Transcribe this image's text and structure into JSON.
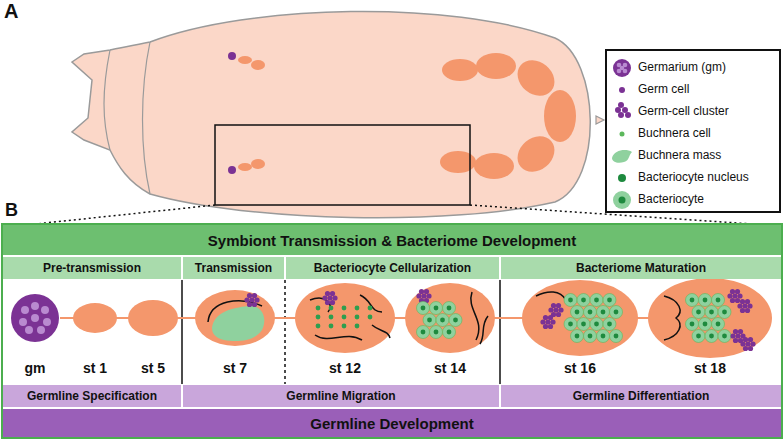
{
  "diagram": {
    "nodes": [
      {
        "text": [
          "Symbiont Transmission & Bacteriome Development"
        ]
      },
      {
        "text": [
          "Pre-transmission"
        ]
      },
      {
        "text": [
          "Transmission"
        ]
      },
      {
        "text": [
          "Bacteriocyte Cellularization"
        ]
      },
      {
        "text": [
          "Bacteriome Maturation"
        ]
      },
      {
        "text": [
          "Germline Specification"
        ]
      },
      {
        "text": [
          "Germline Migration"
        ]
      },
      {
        "text": [
          "Germline Differentiation"
        ]
      },
      {
        "text": [
          "Germline Development"
        ]
      }
    ],
    "labels": [
      "A",
      "B",
      "gm",
      "st 1",
      "st 5",
      "st 7",
      "st 12",
      "st 14",
      "st 16",
      "st 18"
    ],
    "legend": [
      {
        "text": "Germarium (gm)"
      },
      {
        "text": "Germ cell"
      },
      {
        "text": "Germ-cell cluster"
      },
      {
        "text": "Buchnera cell"
      },
      {
        "text": "Buchnera mass"
      },
      {
        "text": "Bacteriocyte nucleus"
      },
      {
        "text": "Bacteriocyte"
      }
    ]
  }
}
